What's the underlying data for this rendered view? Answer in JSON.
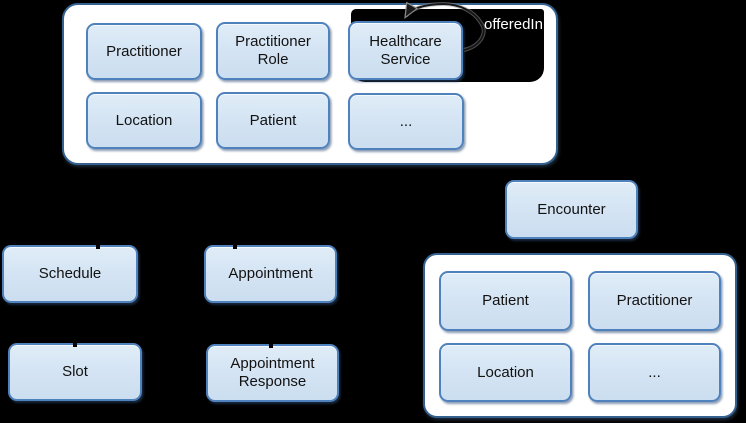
{
  "diagram": {
    "background": "#000000",
    "annotation": {
      "self_link_label": "offeredIn"
    },
    "core_group": {
      "row1": [
        "Practitioner",
        "Practitioner Role",
        "Healthcare Service"
      ],
      "row2": [
        "Location",
        "Patient",
        "..."
      ]
    },
    "encounter_box": "Encounter",
    "encounter_group": {
      "row1": [
        "Patient",
        "Practitioner"
      ],
      "row2": [
        "Location",
        "..."
      ]
    },
    "scheduling_boxes": {
      "schedule": "Schedule",
      "appointment": "Appointment",
      "slot": "Slot",
      "appointment_response": "Appointment Response"
    },
    "colors": {
      "node_fill": "#d3e3f3",
      "node_border": "#4f81bd",
      "group_fill": "#ffffff",
      "group_border": "#35618f",
      "annotation_text": "#ffffff",
      "arrow": "#1a1a1a"
    }
  }
}
